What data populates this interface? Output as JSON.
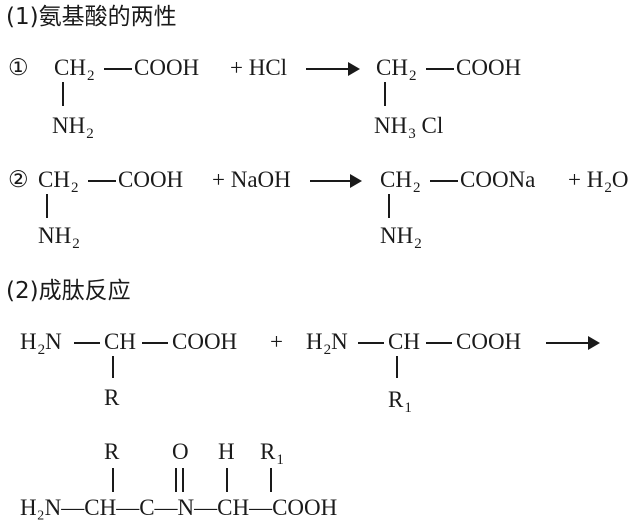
{
  "section1": {
    "heading": "(1)氨基酸的两性",
    "reaction1": {
      "marker": "①",
      "reactant": {
        "ch2": "CH",
        "ch2_sub": "2",
        "cooh": "COOH",
        "nh2": "NH",
        "nh2_sub": "2"
      },
      "reagent": "+ HCl",
      "product": {
        "ch2": "CH",
        "ch2_sub": "2",
        "cooh": "COOH",
        "nh3": "NH",
        "nh3_sub": "3",
        "cl": "Cl"
      }
    },
    "reaction2": {
      "marker": "②",
      "reactant": {
        "ch2": "CH",
        "ch2_sub": "2",
        "cooh": "COOH",
        "nh2": "NH",
        "nh2_sub": "2"
      },
      "reagent": "+ NaOH",
      "product": {
        "ch2": "CH",
        "ch2_sub": "2",
        "coona": "COONa",
        "nh2": "NH",
        "nh2_sub": "2"
      },
      "extra": "+ H",
      "extra_sub": "2",
      "extra_tail": "O"
    }
  },
  "section2": {
    "heading": "(2)成肽反应",
    "reactant1": {
      "h2n": "H",
      "h2n_sub": "2",
      "h2n_tail": "N",
      "ch": "CH",
      "cooh": "COOH",
      "r": "R"
    },
    "plus": "+",
    "reactant2": {
      "h2n": "H",
      "h2n_sub": "2",
      "h2n_tail": "N",
      "ch": "CH",
      "cooh": "COOH",
      "r": "R",
      "r_sub": "1"
    },
    "product_top": {
      "r": "R",
      "o": "O",
      "h": "H",
      "r1": "R",
      "r1_sub": "1"
    },
    "product_bottom_visible": "H₂N—CH—C—N—CH—COOH"
  }
}
